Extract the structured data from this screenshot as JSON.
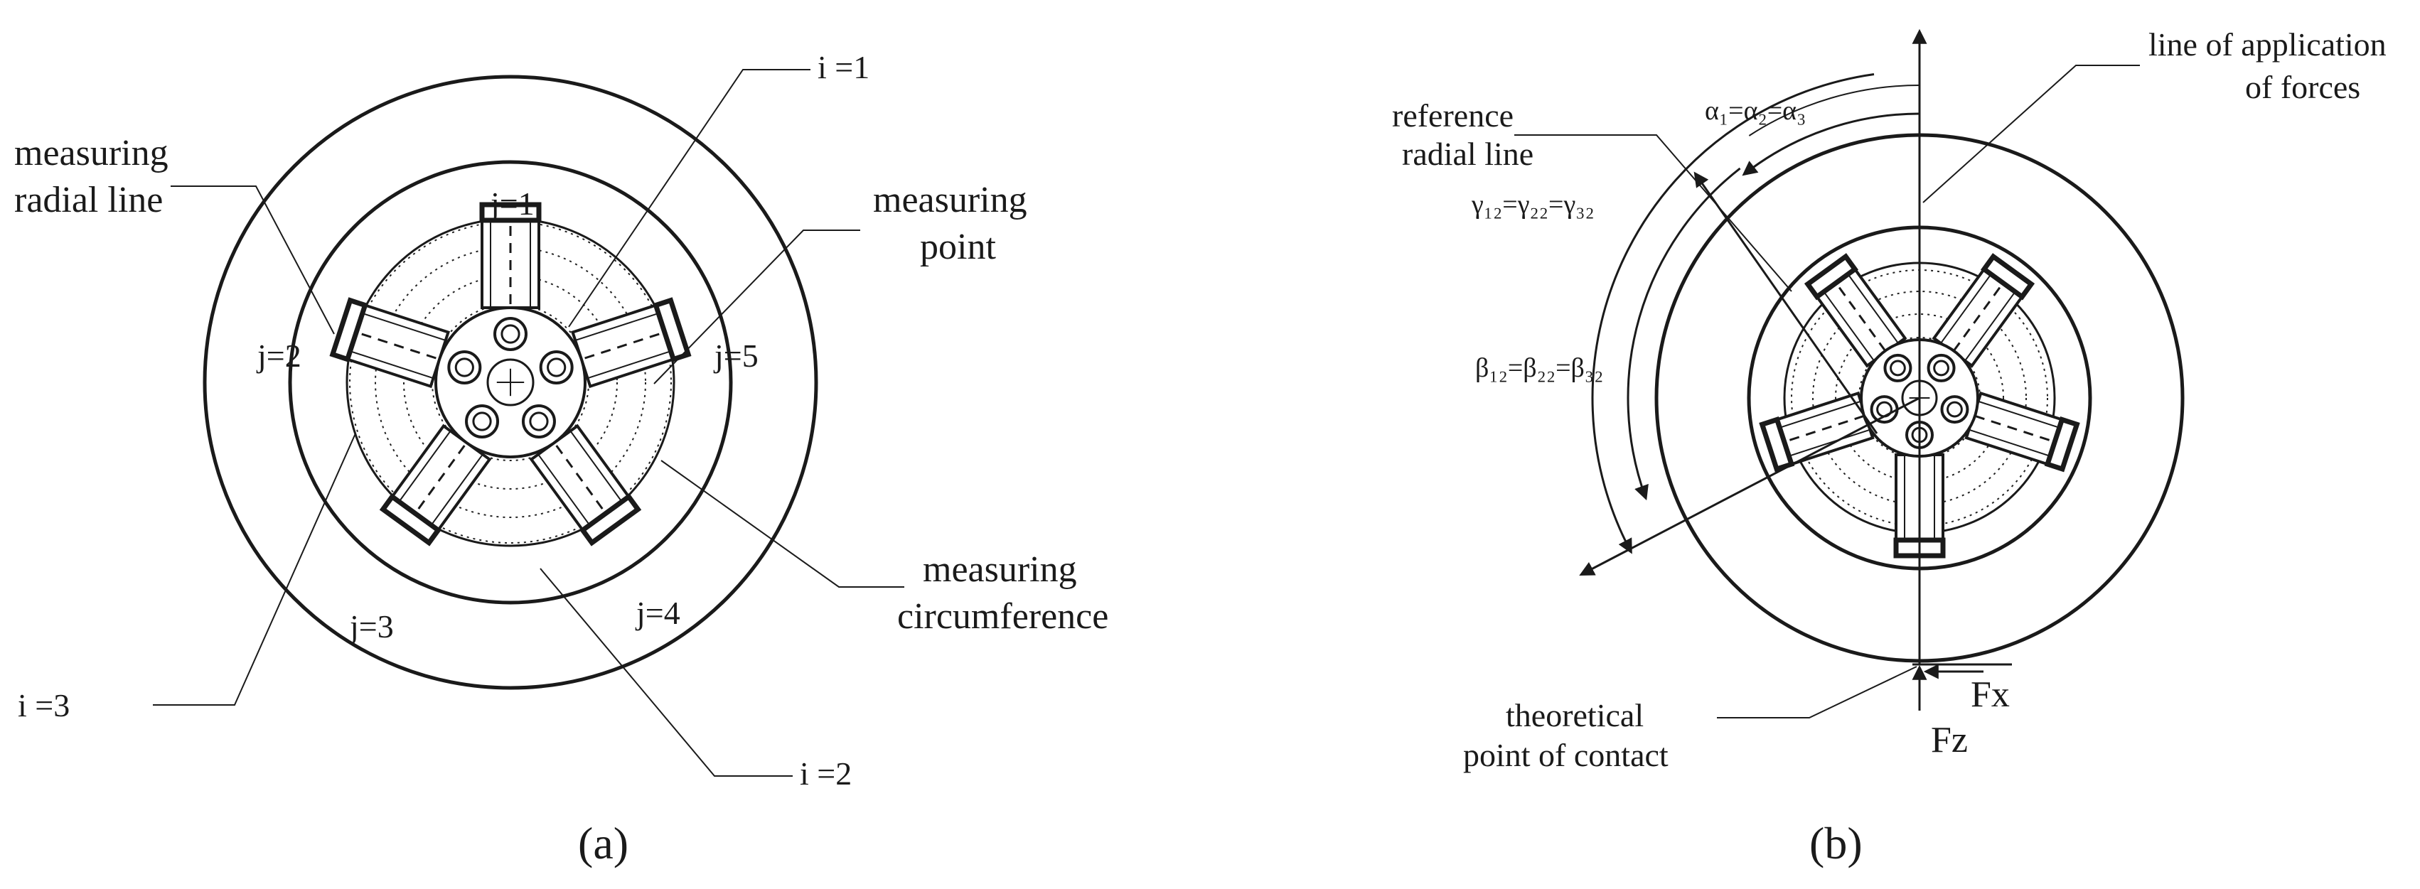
{
  "panel_a": {
    "caption": "(a)",
    "label_i1": "i =1",
    "label_i2": "i =2",
    "label_i3": "i =3",
    "label_j1": "j=1",
    "label_j2": "j=2",
    "label_j3": "j=3",
    "label_j4": "j=4",
    "label_j5": "j=5",
    "measuring_radial_line": [
      "measuring",
      "radial line"
    ],
    "measuring_point": [
      "measuring",
      "point"
    ],
    "measuring_circumference": [
      "measuring",
      "circumference"
    ]
  },
  "panel_b": {
    "caption": "(b)",
    "line_of_application": [
      "line of application",
      "of forces"
    ],
    "reference_radial_line": [
      "reference",
      "radial line"
    ],
    "alpha_eq": "α₁=α₂=α₃",
    "gamma_eq": "γ₁₂=γ₂₂=γ₃₂",
    "beta_eq": "β₁₂=β₂₂=β₃₂",
    "theoretical_contact": [
      "theoretical",
      "point of contact"
    ],
    "fx": "Fx",
    "fz": "Fz"
  }
}
